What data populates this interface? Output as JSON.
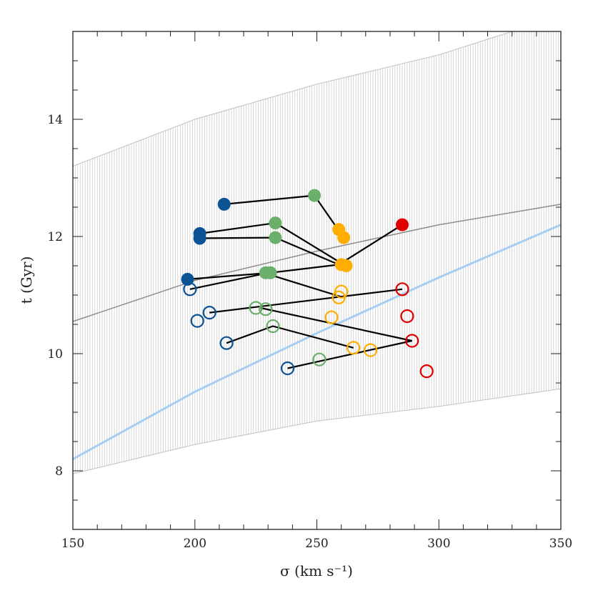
{
  "chart_data": {
    "type": "scatter",
    "xlabel": "σ (km s⁻¹)",
    "ylabel": "t (Gyr)",
    "xlim": [
      150,
      350
    ],
    "ylim": [
      7,
      15.5
    ],
    "x_ticks": [
      150,
      200,
      250,
      300,
      350
    ],
    "x_tick_labels": [
      "150",
      "200",
      "250",
      "300",
      "350"
    ],
    "x_minor_step": 10,
    "y_ticks": [
      8,
      10,
      12,
      14
    ],
    "y_tick_labels": [
      "8",
      "10",
      "12",
      "14"
    ],
    "y_minor_step": 0.5,
    "grid": false,
    "band": {
      "color": "#c8c8c8",
      "upper": [
        [
          150,
          13.2
        ],
        [
          200,
          14.0
        ],
        [
          250,
          14.6
        ],
        [
          300,
          15.1
        ],
        [
          330,
          15.5
        ],
        [
          350,
          15.7
        ]
      ],
      "lower": [
        [
          150,
          7.95
        ],
        [
          200,
          8.45
        ],
        [
          250,
          8.85
        ],
        [
          300,
          9.1
        ],
        [
          350,
          9.4
        ]
      ]
    },
    "lines": [
      {
        "color": "#8c8c8c",
        "width": 1.5,
        "points": [
          [
            150,
            10.55
          ],
          [
            200,
            11.25
          ],
          [
            250,
            11.75
          ],
          [
            300,
            12.2
          ],
          [
            350,
            12.55
          ]
        ]
      },
      {
        "color": "#a6cdf2",
        "width": 3,
        "points": [
          [
            150,
            8.2
          ],
          [
            200,
            9.35
          ],
          [
            250,
            10.35
          ],
          [
            300,
            11.3
          ],
          [
            350,
            12.2
          ]
        ]
      }
    ],
    "connections": [
      [
        [
          212,
          12.55
        ],
        [
          249,
          12.7
        ],
        [
          259,
          12.1
        ],
        [
          261,
          11.98
        ]
      ],
      [
        [
          202,
          12.05
        ],
        [
          233,
          12.23
        ],
        [
          261,
          11.52
        ]
      ],
      [
        [
          202,
          11.97
        ],
        [
          233,
          11.98
        ],
        [
          259,
          11.52
        ],
        [
          285,
          12.2
        ]
      ],
      [
        [
          197,
          11.27
        ],
        [
          231,
          11.38
        ],
        [
          259,
          11.52
        ]
      ],
      [
        [
          198,
          11.1
        ],
        [
          229,
          11.37
        ],
        [
          260,
          10.97
        ]
      ],
      [
        [
          206,
          10.7
        ],
        [
          285,
          11.1
        ]
      ],
      [
        [
          227,
          10.78
        ],
        [
          289,
          10.22
        ]
      ],
      [
        [
          213,
          10.18
        ],
        [
          232,
          10.47
        ],
        [
          265,
          10.1
        ]
      ],
      [
        [
          238,
          9.75
        ],
        [
          289,
          10.22
        ]
      ]
    ],
    "series": [
      {
        "color": "#0b5394",
        "filled": true,
        "points": [
          [
            212,
            12.55
          ],
          [
            202,
            12.05
          ],
          [
            202,
            11.97
          ],
          [
            197,
            11.27
          ]
        ]
      },
      {
        "color": "#6aaf6a",
        "filled": true,
        "points": [
          [
            249,
            12.7
          ],
          [
            233,
            12.23
          ],
          [
            233,
            11.98
          ],
          [
            229,
            11.38
          ],
          [
            231,
            11.38
          ]
        ]
      },
      {
        "color": "#ffad00",
        "filled": true,
        "points": [
          [
            259,
            12.12
          ],
          [
            261,
            11.98
          ],
          [
            260,
            11.52
          ],
          [
            262,
            11.5
          ]
        ]
      },
      {
        "color": "#e00000",
        "filled": true,
        "points": [
          [
            285,
            12.2
          ]
        ]
      },
      {
        "color": "#0b5394",
        "filled": false,
        "points": [
          [
            198,
            11.1
          ],
          [
            206,
            10.7
          ],
          [
            201,
            10.56
          ],
          [
            213,
            10.18
          ],
          [
            238,
            9.75
          ]
        ]
      },
      {
        "color": "#6aaf6a",
        "filled": false,
        "points": [
          [
            225,
            10.78
          ],
          [
            229,
            10.76
          ],
          [
            232,
            10.47
          ],
          [
            251,
            9.9
          ]
        ]
      },
      {
        "color": "#ffad00",
        "filled": false,
        "points": [
          [
            260,
            11.06
          ],
          [
            259,
            10.96
          ],
          [
            256,
            10.62
          ],
          [
            265,
            10.1
          ],
          [
            272,
            10.06
          ]
        ]
      },
      {
        "color": "#e00000",
        "filled": false,
        "points": [
          [
            285,
            11.1
          ],
          [
            287,
            10.64
          ],
          [
            289,
            10.22
          ],
          [
            295,
            9.7
          ]
        ]
      }
    ]
  }
}
